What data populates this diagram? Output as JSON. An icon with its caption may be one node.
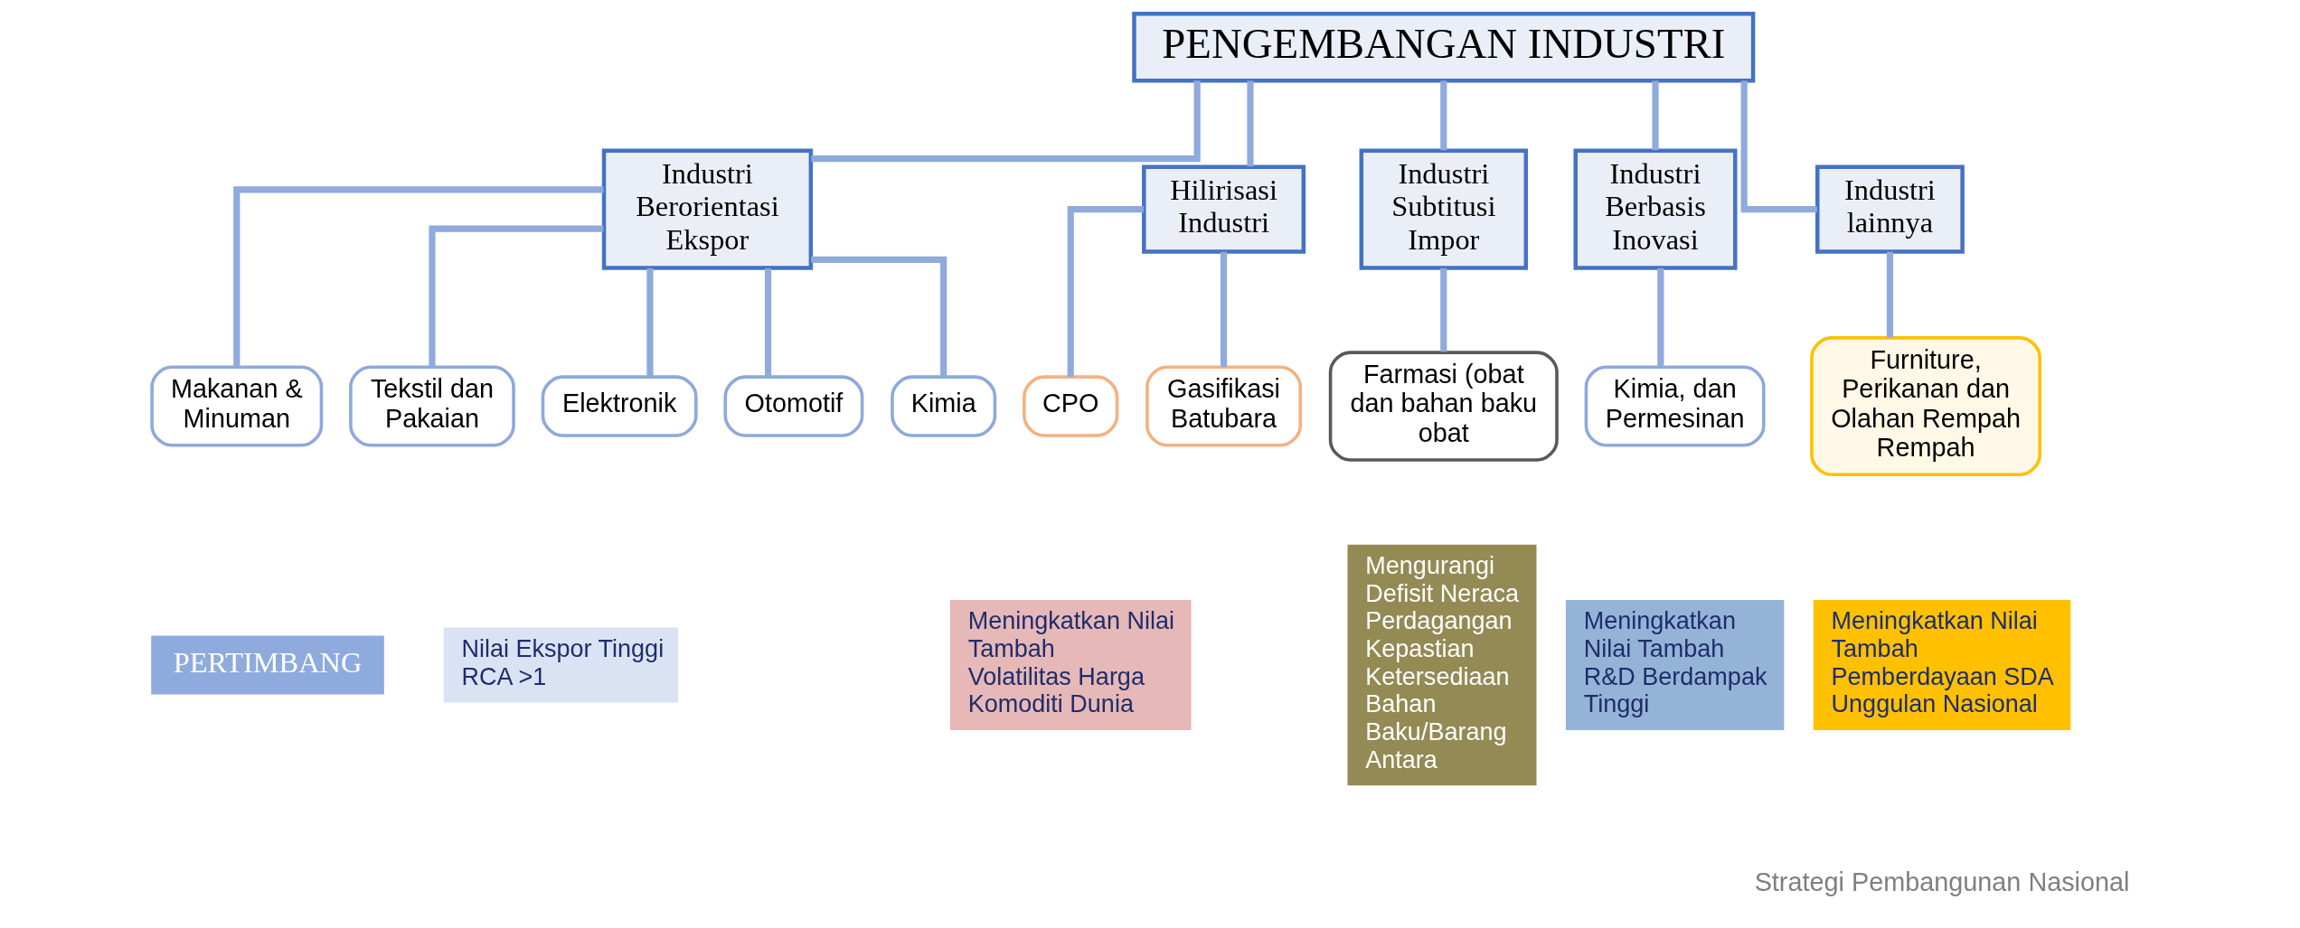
{
  "diagram": {
    "nodes": [
      {
        "text": [
          "PENGEMBANGAN INDUSTRI"
        ]
      },
      {
        "text": [
          "Industri Berorientasi Ekspor"
        ]
      },
      {
        "text": [
          "Makanan & Minuman"
        ]
      },
      {
        "text": [
          "Tekstil dan Pakaian"
        ]
      },
      {
        "text": [
          "Elektronik"
        ]
      },
      {
        "text": [
          "Otomotif"
        ]
      },
      {
        "text": [
          "Kimia"
        ]
      },
      {
        "text": [
          "Hilirisasi Industri"
        ]
      },
      {
        "text": [
          "CPO"
        ]
      },
      {
        "text": [
          "Gasifikasi Batubara"
        ]
      },
      {
        "text": [
          "Industri Subtitusi Impor"
        ]
      },
      {
        "text": [
          "Farmasi (obat dan bahan baku obat"
        ]
      },
      {
        "text": [
          "Industri Berbasis Inovasi"
        ]
      },
      {
        "text": [
          "Kimia, dan Permesinan"
        ]
      },
      {
        "text": [
          "Industri lainnya"
        ]
      },
      {
        "text": [
          "Furniture, Perikanan dan Olahan Rempah Rempah"
        ]
      },
      {
        "text": [
          "PERTIMBANG"
        ]
      },
      {
        "text": [
          "Nilai Ekspor Tinggi",
          "RCA >1"
        ]
      },
      {
        "text": [
          "Meningkatkan Nilai Tambah",
          "Volatilitas Harga Komoditi Dunia"
        ]
      },
      {
        "text": [
          "Mengurangi Defisit Neraca Perdagangan",
          "Kepastian Ketersediaan Bahan Baku/Barang Antara"
        ]
      },
      {
        "text": [
          "Meningkatkan Nilai Tambah",
          "R&D Berdampak Tinggi"
        ]
      },
      {
        "text": [
          "Meningkatkan Nilai Tambah",
          "Pemberdayaan SDA Unggulan Nasional"
        ]
      }
    ],
    "edges": [
      {
        "from": 0,
        "to": 1,
        "arrow": "none"
      },
      {
        "from": 0,
        "to": 7,
        "arrow": "none"
      },
      {
        "from": 0,
        "to": 10,
        "arrow": "none"
      },
      {
        "from": 0,
        "to": 12,
        "arrow": "none"
      },
      {
        "from": 0,
        "to": 14,
        "arrow": "none"
      },
      {
        "from": 1,
        "to": 2,
        "arrow": "none"
      },
      {
        "from": 1,
        "to": 3,
        "arrow": "none"
      },
      {
        "from": 1,
        "to": 4,
        "arrow": "none"
      },
      {
        "from": 1,
        "to": 5,
        "arrow": "none"
      },
      {
        "from": 1,
        "to": 6,
        "arrow": "none"
      },
      {
        "from": 7,
        "to": 8,
        "arrow": "none"
      },
      {
        "from": 7,
        "to": 9,
        "arrow": "none"
      },
      {
        "from": 10,
        "to": 11,
        "arrow": "none"
      },
      {
        "from": 12,
        "to": 13,
        "arrow": "none"
      },
      {
        "from": 14,
        "to": 15,
        "arrow": "none"
      }
    ],
    "labels": [
      "Strategi Pembangunan Nasional"
    ]
  }
}
